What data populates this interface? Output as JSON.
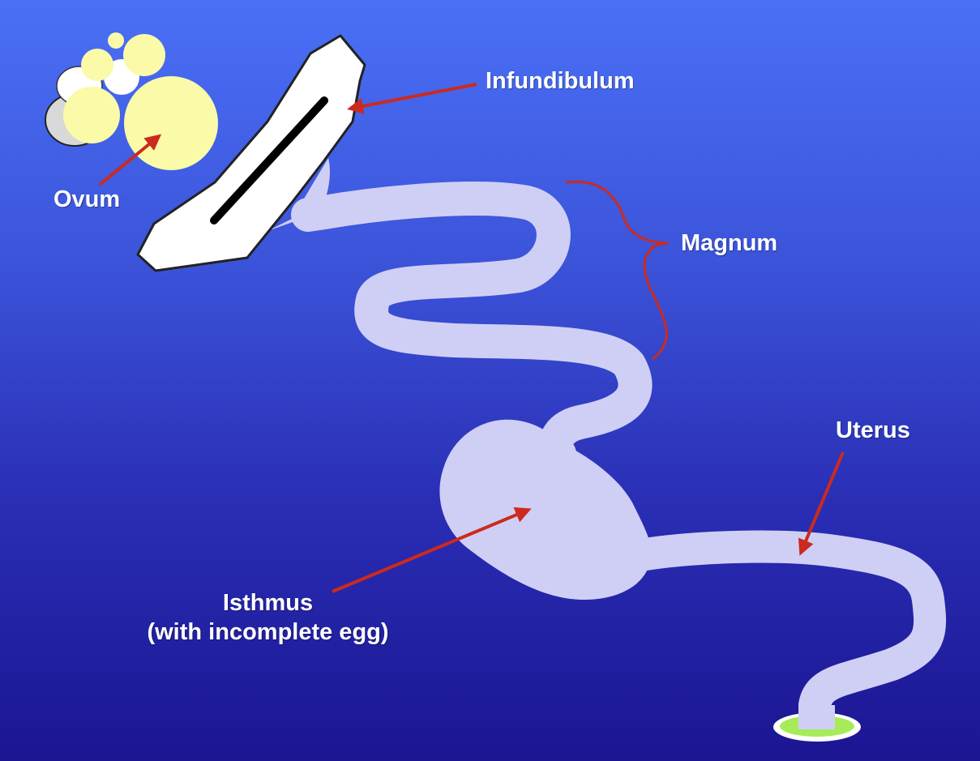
{
  "labels": {
    "infundibulum": "Infundibulum",
    "ovum": "Ovum",
    "magnum": "Magnum",
    "uterus": "Uterus",
    "isthmus_line1": "Isthmus",
    "isthmus_line2": "(with incomplete egg)"
  },
  "colors": {
    "background_top": "#4a70f6",
    "background_bottom": "#1b1592",
    "oviduct": "#cfcff5",
    "ovary_follicle": "#fafaa8",
    "follicle_white": "#ffffff",
    "infundibulum_fill": "#ffffff",
    "arrow": "#cc2a1e",
    "vent": "#a6ec58",
    "label_text": "#ffffff"
  }
}
